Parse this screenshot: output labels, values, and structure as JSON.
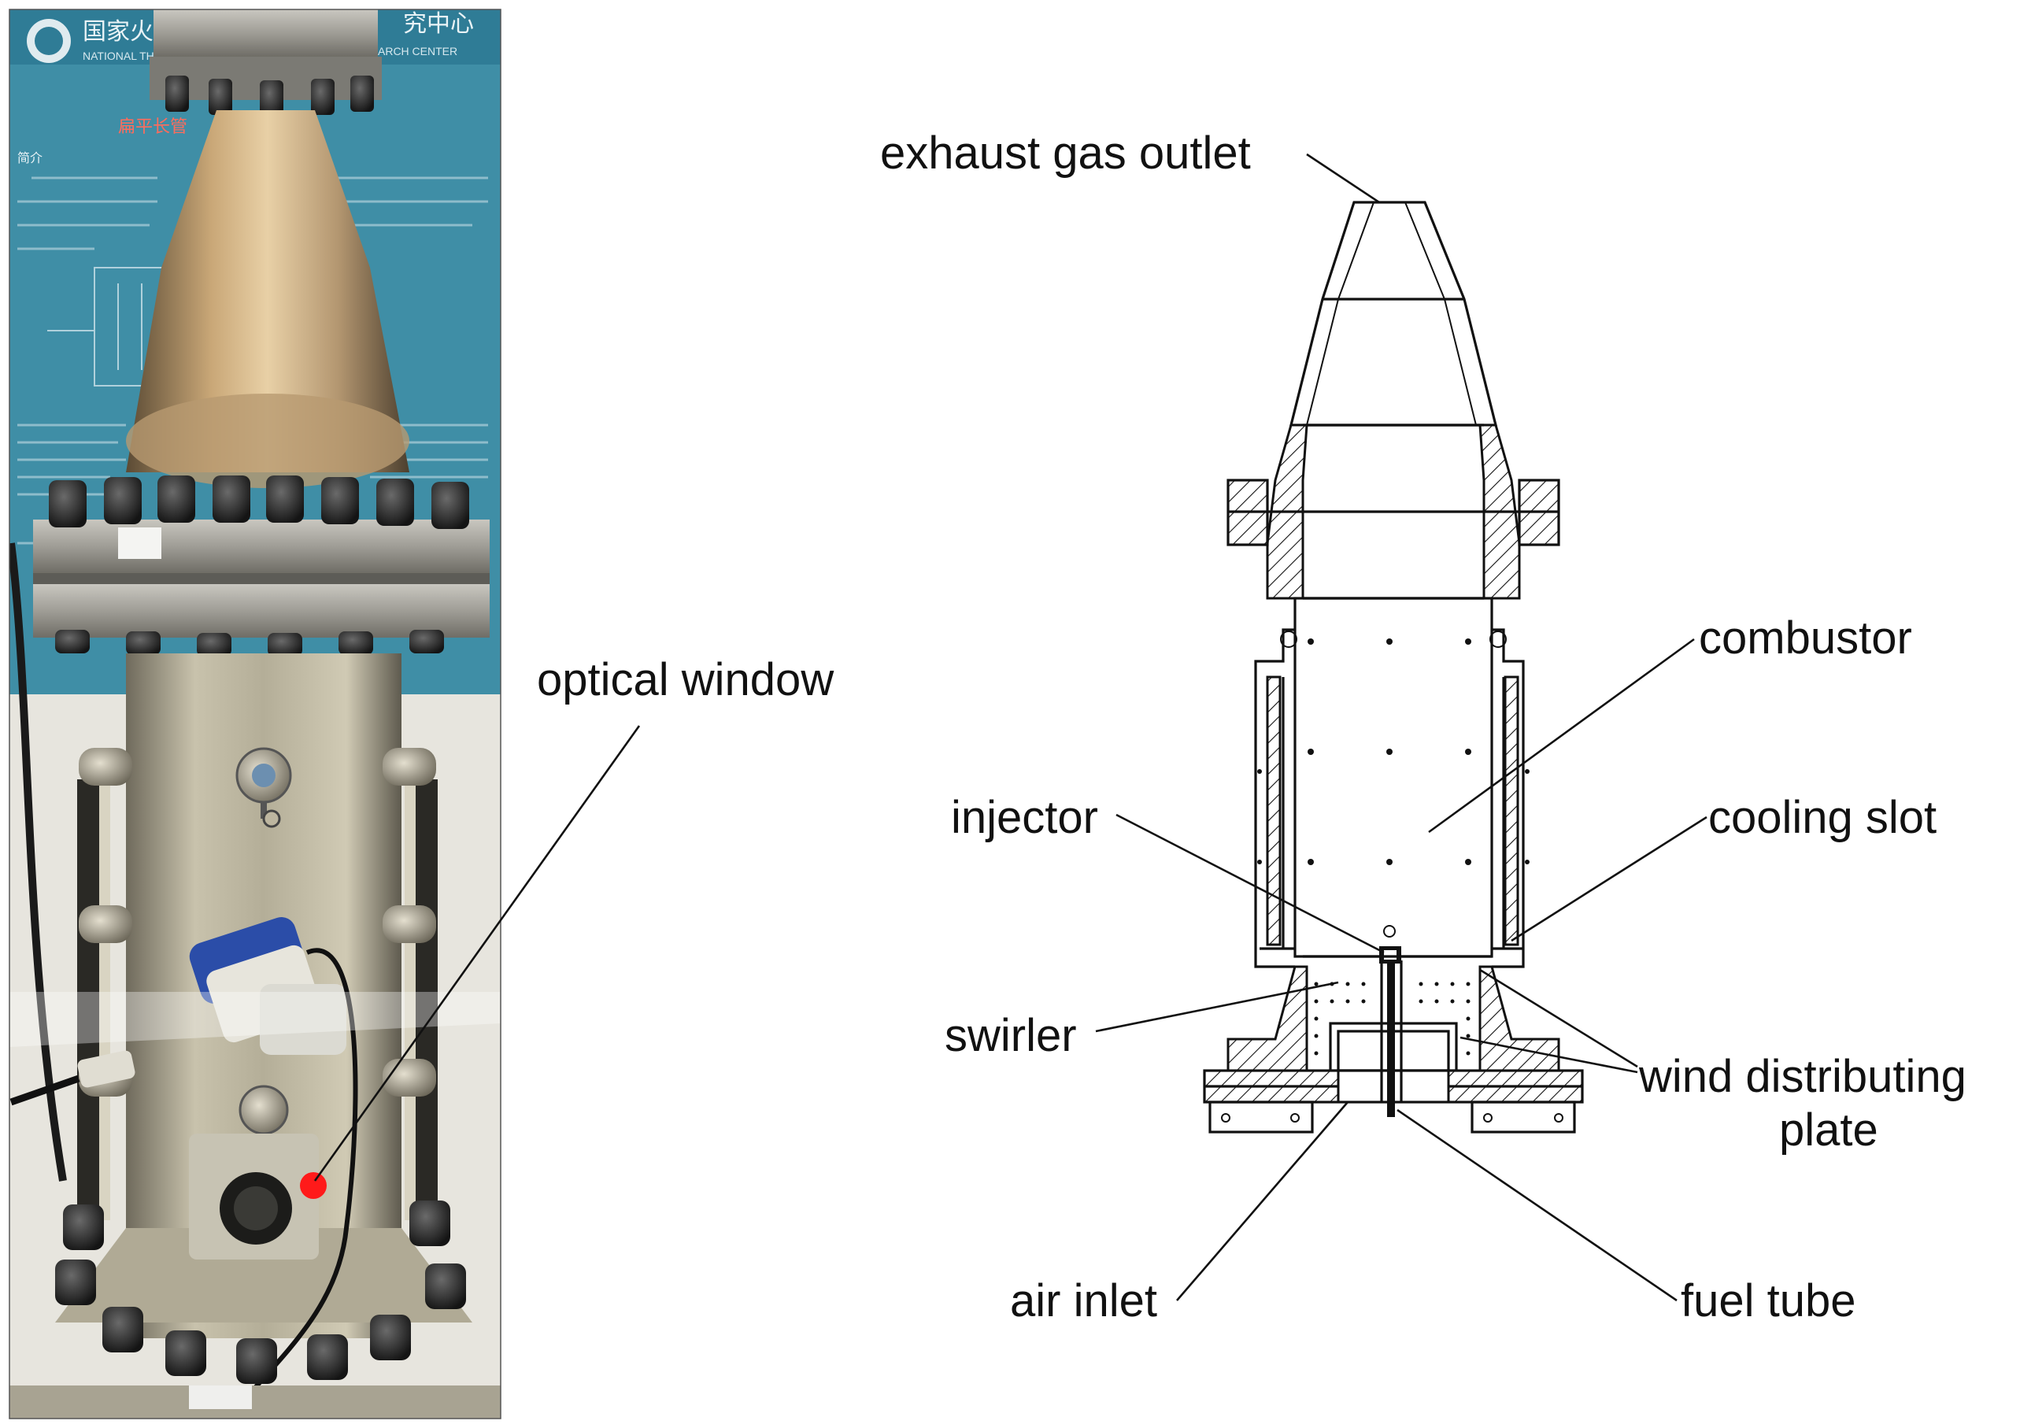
{
  "photo": {
    "poster_title": "国家火",
    "poster_title_right": "究中心",
    "poster_sub_left": "NATIONAL TH",
    "poster_sub_right": "ARCH CENTER",
    "poster_heading": "扁平长管",
    "poster_intro": "简介"
  },
  "labels": {
    "optical_window": "optical window",
    "exhaust_gas_outlet": "exhaust gas outlet",
    "combustor": "combustor",
    "injector": "injector",
    "cooling_slot": "cooling slot",
    "swirler": "swirler",
    "wind_distributing_line1": "wind distributing",
    "wind_distributing_line2": "plate",
    "air_inlet": "air inlet",
    "fuel_tube": "fuel tube"
  },
  "colors": {
    "poster_teal": "#3f8ea6",
    "metal": "#b7b09c",
    "flange": "#9a9a96",
    "bolt": "#2a2a2a",
    "marker_red": "#ff1a1a"
  }
}
